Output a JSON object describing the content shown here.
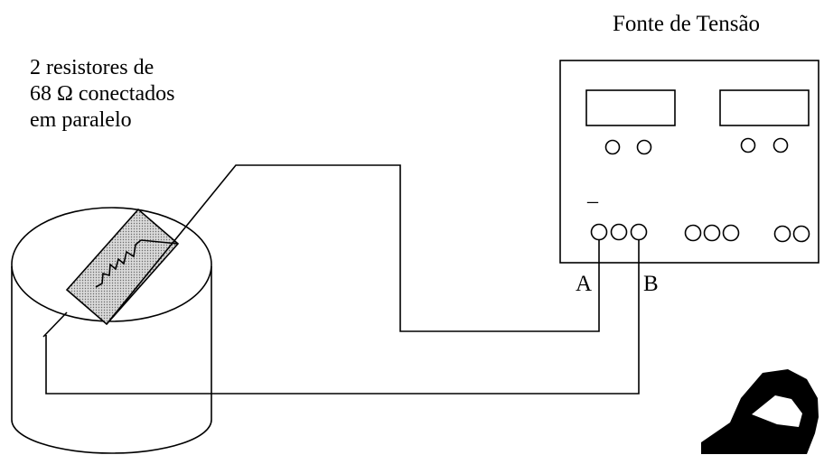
{
  "labels": {
    "power_supply_title": "Fonte de Tensão",
    "resistor_label_line1": "2 resistores de",
    "resistor_label_line2": "68 Ω conectados",
    "resistor_label_line3": "em paralelo",
    "terminal_a": "A",
    "terminal_b": "B",
    "negative_mark": "_"
  },
  "colors": {
    "line": "#000000",
    "resistor_fill": "#c8c8c8",
    "watermark": "#000000"
  }
}
